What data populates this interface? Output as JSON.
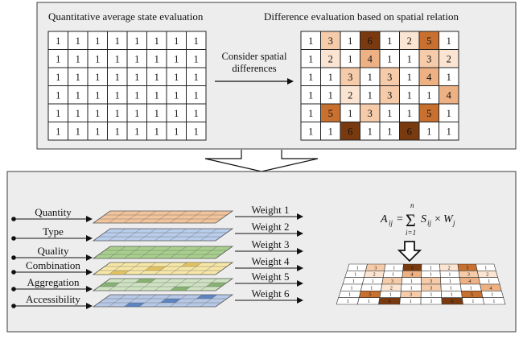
{
  "top_panel": {
    "left_title": "Quantitative average state evaluation",
    "right_title": "Difference evaluation based on spatial relation",
    "arrow_label_line1": "Consider spatial",
    "arrow_label_line2": "differences",
    "uniform_grid": [
      [
        1,
        1,
        1,
        1,
        1,
        1,
        1,
        1
      ],
      [
        1,
        1,
        1,
        1,
        1,
        1,
        1,
        1
      ],
      [
        1,
        1,
        1,
        1,
        1,
        1,
        1,
        1
      ],
      [
        1,
        1,
        1,
        1,
        1,
        1,
        1,
        1
      ],
      [
        1,
        1,
        1,
        1,
        1,
        1,
        1,
        1
      ],
      [
        1,
        1,
        1,
        1,
        1,
        1,
        1,
        1
      ]
    ],
    "difference_grid": [
      [
        1,
        3,
        1,
        6,
        1,
        2,
        5,
        1
      ],
      [
        1,
        2,
        1,
        4,
        1,
        1,
        3,
        2
      ],
      [
        1,
        1,
        3,
        1,
        3,
        1,
        4,
        1
      ],
      [
        1,
        1,
        2,
        1,
        3,
        1,
        1,
        4
      ],
      [
        1,
        5,
        1,
        3,
        1,
        1,
        5,
        1
      ],
      [
        1,
        1,
        6,
        1,
        1,
        6,
        1,
        1
      ]
    ]
  },
  "bottom_panel": {
    "factors": [
      "Quantity",
      "Type",
      "Quality",
      "Combination",
      "Aggregation",
      "Accessibility"
    ],
    "weights": [
      "Weight 1",
      "Weight 2",
      "Weight 3",
      "Weight 4",
      "Weight 5",
      "Weight 6"
    ],
    "layer_colors": [
      "#f2c49c",
      "#b8cdeb",
      "#a8cf8e",
      "#f7e7a6",
      "#cfe3c2",
      "#b6c8e6"
    ],
    "formula": {
      "lhs": "A",
      "lhs_sub": "ij",
      "eq": "=",
      "sum": "Σ",
      "upper": "n",
      "lower": "i=1",
      "term1": "S",
      "term1_sub": "ij",
      "times": "×",
      "term2": "W",
      "term2_sub": "j"
    }
  },
  "colors": {
    "v1": "#ffffff",
    "v2": "#fbe4d2",
    "v3": "#f5cba9",
    "v4": "#eeb184",
    "v5": "#c8702f",
    "v6": "#7a3a10",
    "panel_bg": "#ededed",
    "border": "#3a3a3a"
  }
}
